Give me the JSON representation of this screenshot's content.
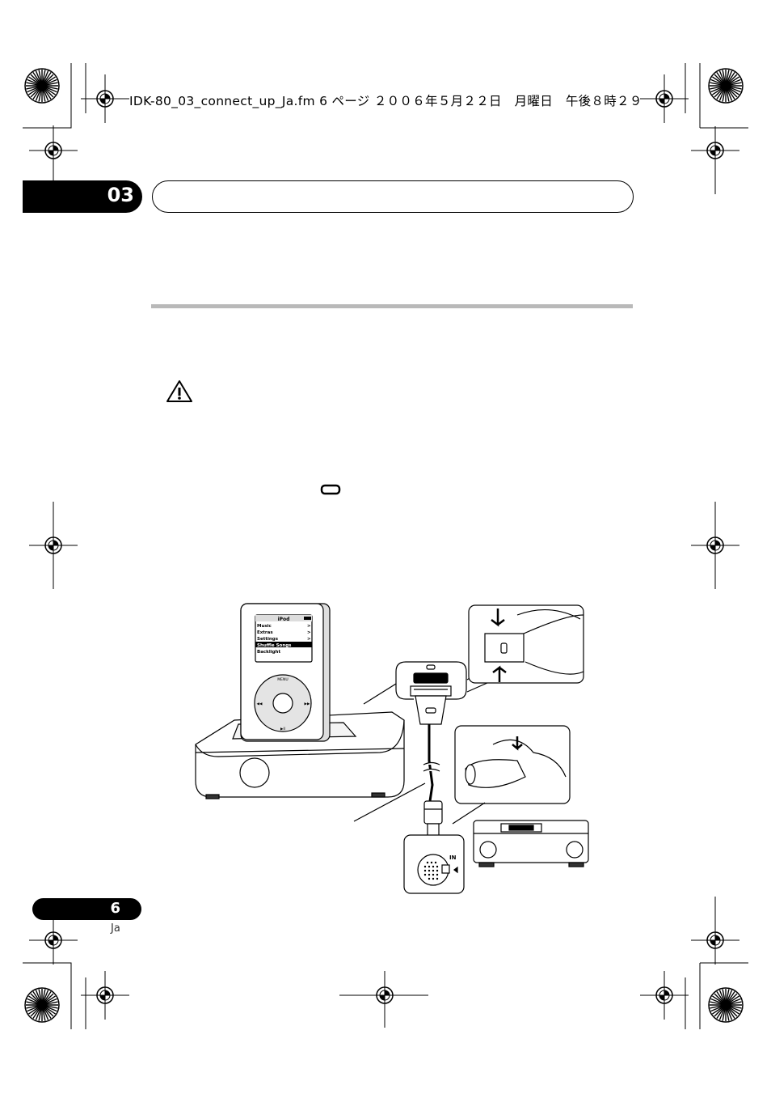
{
  "header": {
    "file_line": "IDK-80_03_connect_up_Ja.fm  6 ページ  ２００６年５月２２日　月曜日　午後８時２９"
  },
  "chapter": {
    "number": "03"
  },
  "footer": {
    "page_number": "6",
    "language": "Ja"
  },
  "illustration": {
    "ipod_screen": {
      "title": "iPod",
      "menu_items": [
        "Music",
        "Extras",
        "Settings",
        "Shuffle Songs",
        "Backlight"
      ],
      "highlighted_item": "Shuffle Songs",
      "wheel_top_label": "MENU",
      "wheel_bottom_label": "▶II",
      "wheel_left_label": "◀◀",
      "wheel_right_label": "▶▶"
    },
    "receiver_input_label": "IN"
  }
}
